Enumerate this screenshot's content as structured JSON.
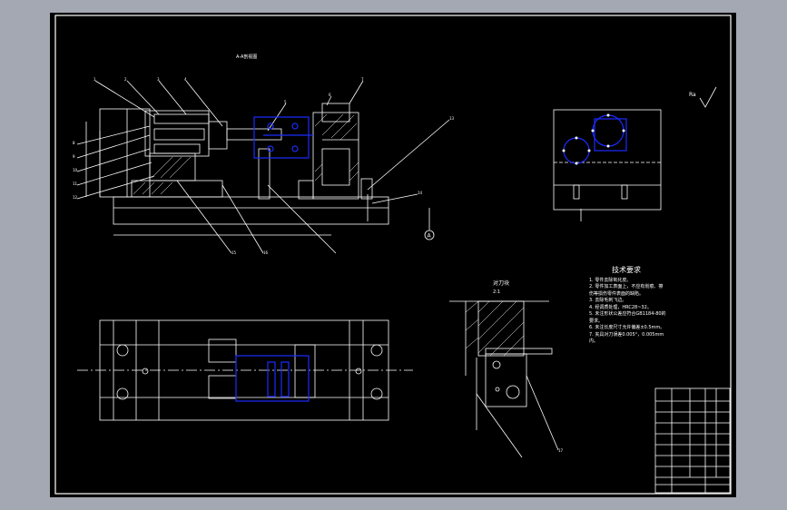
{
  "drawing": {
    "section_label": "A-A剖视图",
    "detail_label": "对刀块",
    "detail_scale": "2:1",
    "roughness_symbol": "Ra",
    "datum_label": "A"
  },
  "tech_requirements": {
    "title": "技术要求",
    "items": [
      "1. 零件去除氧化皮。",
      "2. 零件加工表面上，不应有划痕、擦",
      "伤等损伤零件表面的缺陷。",
      "3. 去除毛刺飞边。",
      "4. 经调质处理，HRC28~32。",
      "5. 未注形状公差应符合GB1184-80的",
      "要求。",
      "6. 未注长度尺寸允许偏差±0.5mm。",
      "7. 夹具对刀误差0.005°，0.005mm",
      "内。"
    ]
  },
  "balloons": [
    "1",
    "2",
    "3",
    "4",
    "5",
    "6",
    "7",
    "8",
    "9",
    "10",
    "11",
    "12",
    "13",
    "14",
    "15",
    "16",
    "17"
  ],
  "colors": {
    "background": "#a3a8b3",
    "sheet": "#000000",
    "line": "#ffffff",
    "highlight": "#1a2cff"
  }
}
